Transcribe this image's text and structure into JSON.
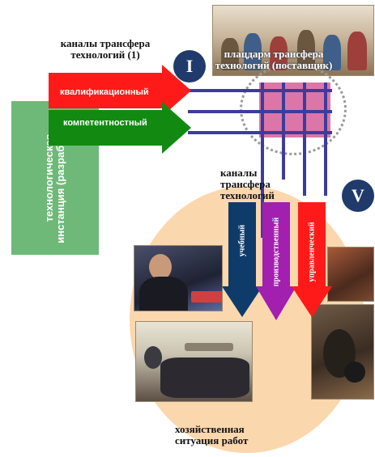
{
  "supplier": {
    "title": "плацдарм трансфера технологий (поставщик)",
    "roman": "I"
  },
  "channels_top": {
    "title": "каналы трансфера технологий (1)",
    "arrow1": "квалификационный",
    "arrow2": "компетентностный"
  },
  "developer": {
    "label": "технологическая инстанция (разработчик)"
  },
  "channels_bottom": {
    "title": "каналы трансфера технологий",
    "roman": "V",
    "arrows": [
      "учебный",
      "производственный",
      "управленческий"
    ]
  },
  "economy": {
    "label": "хозяйственная ситуация работ"
  },
  "colors": {
    "red": "#ff1a1a",
    "green": "#128a12",
    "navy": "#0f3b6a",
    "purple": "#a21fb0",
    "pink": "#d9679e",
    "grid": "#3d3c9c",
    "tech_green": "#6fb978",
    "peach": "#fbd7ad"
  }
}
